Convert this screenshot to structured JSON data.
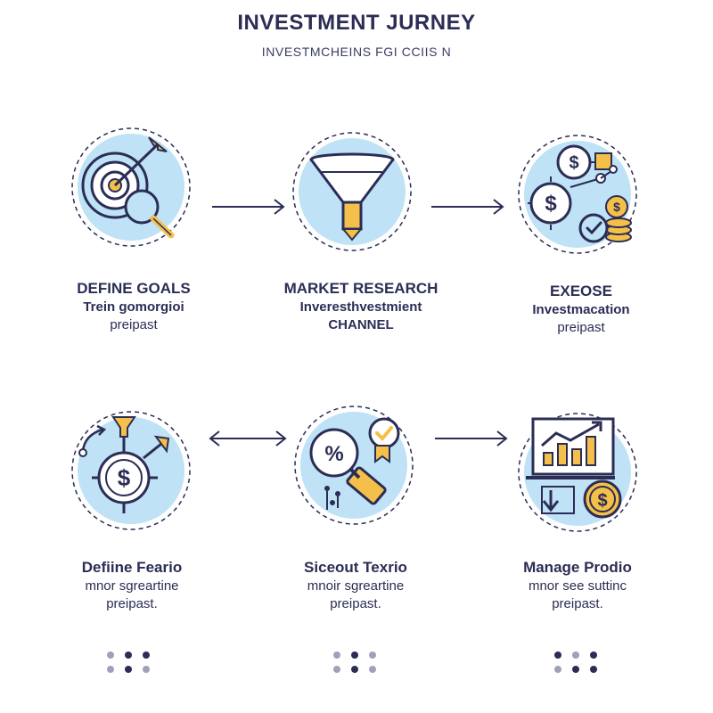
{
  "header": {
    "title": "INVESTMENT JURNEY",
    "subtitle": "INVESTMCHEINS FGI CCIIS N"
  },
  "colors": {
    "circle_fill": "#bfe2f6",
    "stroke": "#2b2d55",
    "accent": "#f5c04a",
    "dot_dark": "#2b2d55",
    "dot_light": "#9ea1b9"
  },
  "steps": [
    {
      "icon": "target-magnifier-icon",
      "title": "DEFINE GOALS",
      "line1": "Trein gomorgioi",
      "line2": "preipast"
    },
    {
      "icon": "funnel-icon",
      "title": "MARKET RESEARCH",
      "line1": "Inverestһvestmient",
      "line2": "CHANNEL"
    },
    {
      "icon": "dollar-coins-check-icon",
      "title": "EXEOSE",
      "line1": "Investmacation",
      "line2": "preipast"
    },
    {
      "icon": "dollar-compass-icon",
      "title": "Defiine Feario",
      "line1": "mnor sgreartine",
      "line2": "preipast."
    },
    {
      "icon": "percent-magnifier-icon",
      "title": "Siceout Texrio",
      "line1": "mnoir sgreartine",
      "line2": "preipast."
    },
    {
      "icon": "chart-monitor-coin-icon",
      "title": "Manage Prodio",
      "line1": "mnor see suttinc",
      "line2": "preipast."
    }
  ],
  "arrows": [
    {
      "from": "define-goals",
      "to": "market-research",
      "type": "right-arrow-icon"
    },
    {
      "from": "market-research",
      "to": "exeose",
      "type": "right-arrow-icon"
    },
    {
      "from": "defiine-feario",
      "to": "siceout-texrio",
      "type": "double-arrow-icon"
    },
    {
      "from": "siceout-texrio",
      "to": "manage-prodio",
      "type": "right-arrow-icon"
    }
  ]
}
